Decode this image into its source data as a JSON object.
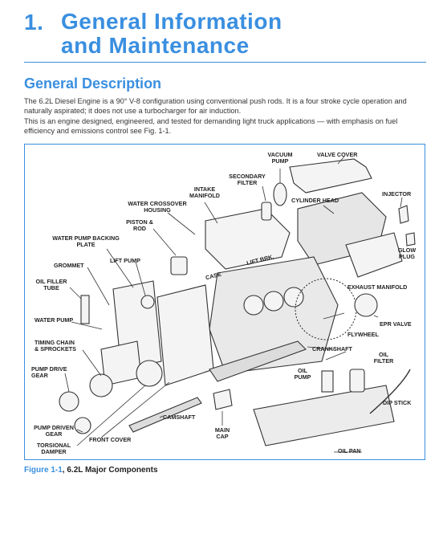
{
  "chapter": {
    "number": "1.",
    "title_line1": "General Information",
    "title_line2": "and Maintenance"
  },
  "section": {
    "title": "General Description",
    "para1": "The 6.2L Diesel Engine is a 90° V-8 configuration using conventional push rods. It is a four stroke cycle operation and naturally aspirated; it does not use a turbocharger for air induction.",
    "para2": "This is an engine designed, engineered, and tested for demanding light truck applications — with emphasis on fuel efficiency and emissions control see Fig. 1-1."
  },
  "figure": {
    "labels": {
      "vacuum_pump": "VACUUM\nPUMP",
      "valve_cover": "VALVE COVER",
      "secondary_filter": "SECONDARY\nFILTER",
      "intake_manifold": "INTAKE\nMANIFOLD",
      "water_crossover_housing": "WATER CROSSOVER\nHOUSING",
      "cylinder_head": "CYLINDER HEAD",
      "injector": "INJECTOR",
      "piston_rod": "PISTON &\nROD",
      "water_pump_backing_plate": "WATER PUMP BACKING\nPLATE",
      "lift_pump": "LIFT PUMP",
      "glow_plug": "GLOW\nPLUG",
      "grommet": "GROMMET",
      "lift_brk": "LIFT BRK.",
      "case": "CASE",
      "oil_filler_tube": "OIL FILLER\nTUBE",
      "exhaust_manifold": "EXHAUST MANIFOLD",
      "water_pump": "WATER PUMP",
      "epr_valve": "EPR VALVE",
      "flywheel": "FLYWHEEL",
      "timing_chain": "TIMING CHAIN\n& SPROCKETS",
      "crankshaft": "CRANKSHAFT",
      "oil_filter": "OIL\nFILTER",
      "pump_drive_gear": "PUMP DRIVE\nGEAR",
      "oil_pump": "OIL\nPUMP",
      "dip_stick": "DIP STICK",
      "camshaft": "CAMSHAFT",
      "pump_driven_gear": "PUMP DRIVEN\nGEAR",
      "main_cap": "MAIN\nCAP",
      "front_cover": "FRONT COVER",
      "torsional_damper": "TORSIONAL\nDAMPER",
      "oil_pan": "OIL PAN"
    },
    "caption_ref": "Figure 1-1",
    "caption_text": ", 6.2L Major Components"
  },
  "colors": {
    "accent": "#3a8fe0",
    "text": "#222222"
  }
}
